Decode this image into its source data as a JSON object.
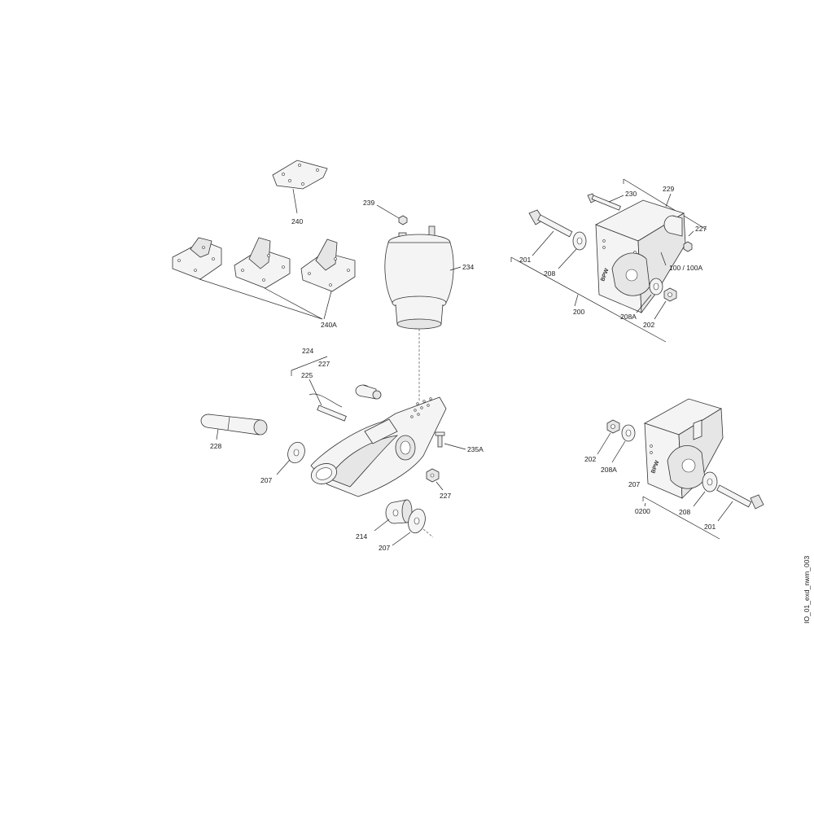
{
  "labels": {
    "l240": "240",
    "l240A": "240A",
    "l239": "239",
    "l234": "234",
    "l224": "224",
    "l227a": "227",
    "l225": "225",
    "l228": "228",
    "l207a": "207",
    "l235A": "235A",
    "l227b": "227",
    "l214": "214",
    "l207b": "207",
    "l230": "230",
    "l229": "229",
    "l227c": "227",
    "l201a": "201",
    "l208a": "208",
    "l100": "100 / 100A",
    "l200": "200",
    "l208Aa": "208A",
    "l202a": "202",
    "l202b": "202",
    "l208Ab": "208A",
    "l207c": "207",
    "l0200": "0200",
    "l208b": "208",
    "l201b": "201"
  },
  "drawing_id": "IO_01_exd_nwm_003",
  "bracket_text": "BPW"
}
